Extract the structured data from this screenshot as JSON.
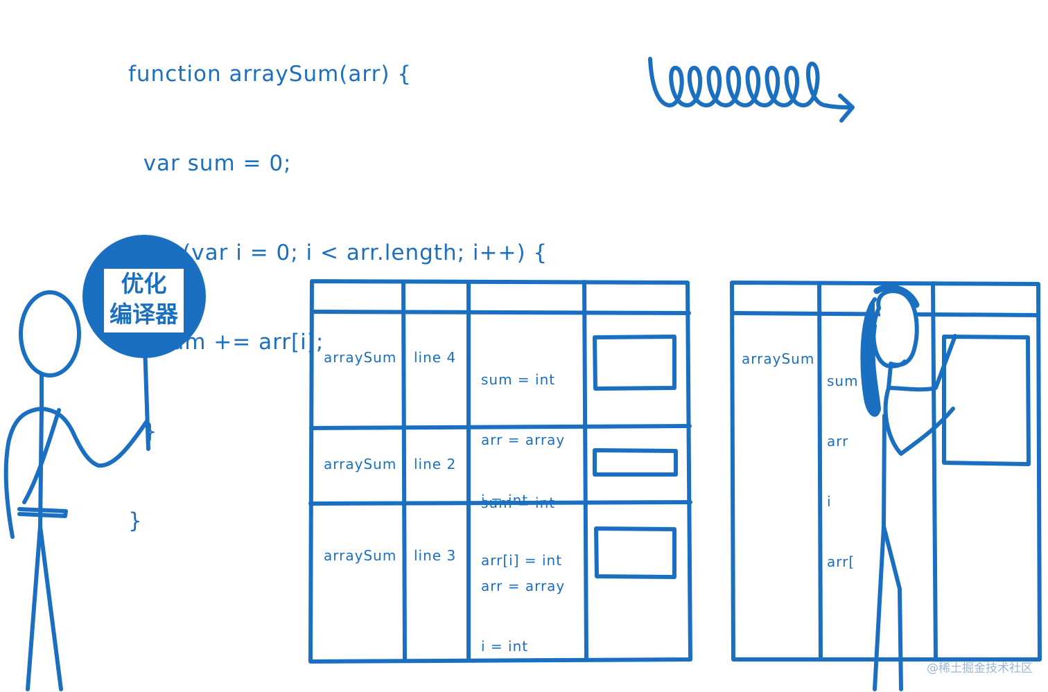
{
  "code": {
    "lines": [
      "function arraySum(arr) {",
      "  var sum = 0;",
      "  for (var i = 0; i < arr.length; i++) {",
      "    sum += arr[i];",
      "  }",
      "}"
    ]
  },
  "badge": {
    "line1": "优化",
    "line2": "编译器"
  },
  "table_left": {
    "rows": [
      {
        "func": "arraySum",
        "line": "line 4",
        "vars": [
          "sum = int",
          "arr = array",
          "i = int",
          "arr[i] = int"
        ]
      },
      {
        "func": "arraySum",
        "line": "line 2",
        "vars": [
          "sum = int"
        ]
      },
      {
        "func": "arraySum",
        "line": "line 3",
        "vars": [
          "arr = array",
          "i = int"
        ]
      }
    ]
  },
  "table_right": {
    "func": "arraySum",
    "vars": [
      "sum",
      "arr",
      "i",
      "arr["
    ]
  },
  "watermark": "@稀土掘金技术社区",
  "colors": {
    "ink": "#1a6fc0",
    "background": "#ffffff"
  }
}
